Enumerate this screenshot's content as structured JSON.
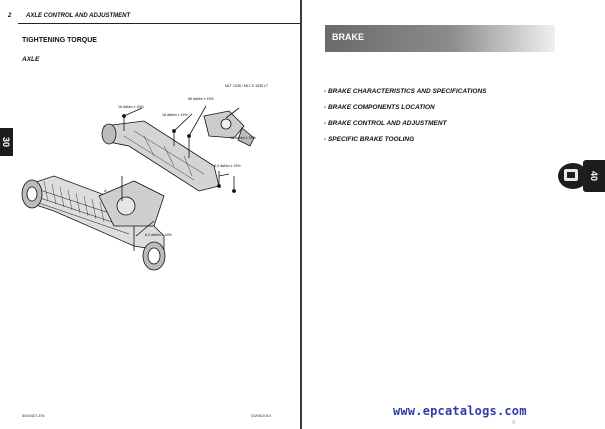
{
  "left_page": {
    "header": {
      "page_number": "2",
      "title": "AXLE CONTROL AND ADJUSTMENT"
    },
    "section_title": "TIGHTENING TORQUE",
    "subsection_title": "AXLE",
    "side_tab": "30",
    "callouts": {
      "torque_1": "16 daNm ± 15%",
      "torque_2": "18 daNm ± 15%",
      "torque_3": "18 daNm ± 15%",
      "torque_4": "6,3 daNm ± 15%",
      "torque_5": "6,3 daNm ± 15%",
      "torque_6": "56 daNm ± 15%",
      "model_note": "MLT 1035 / MLT-X 1035 LT",
      "label_a": "A"
    },
    "footer": {
      "code": "5543407-EN",
      "date": "03/06/2010"
    }
  },
  "right_page": {
    "header_title": "BRAKE",
    "toc": [
      "- BRAKE CHARACTERISTICS AND SPECIFICATIONS",
      "- BRAKE COMPONENTS LOCATION",
      "- BRAKE CONTROL AND ADJUSTMENT",
      "- SPECIFIC BRAKE TOOLING"
    ],
    "side_tab": "40",
    "footer_mark": "A"
  },
  "watermark": "www.epcatalogs.com",
  "colors": {
    "tab": "#1d1d1d",
    "header_band": "#7a7a7a",
    "watermark": "#2f3ba8"
  }
}
